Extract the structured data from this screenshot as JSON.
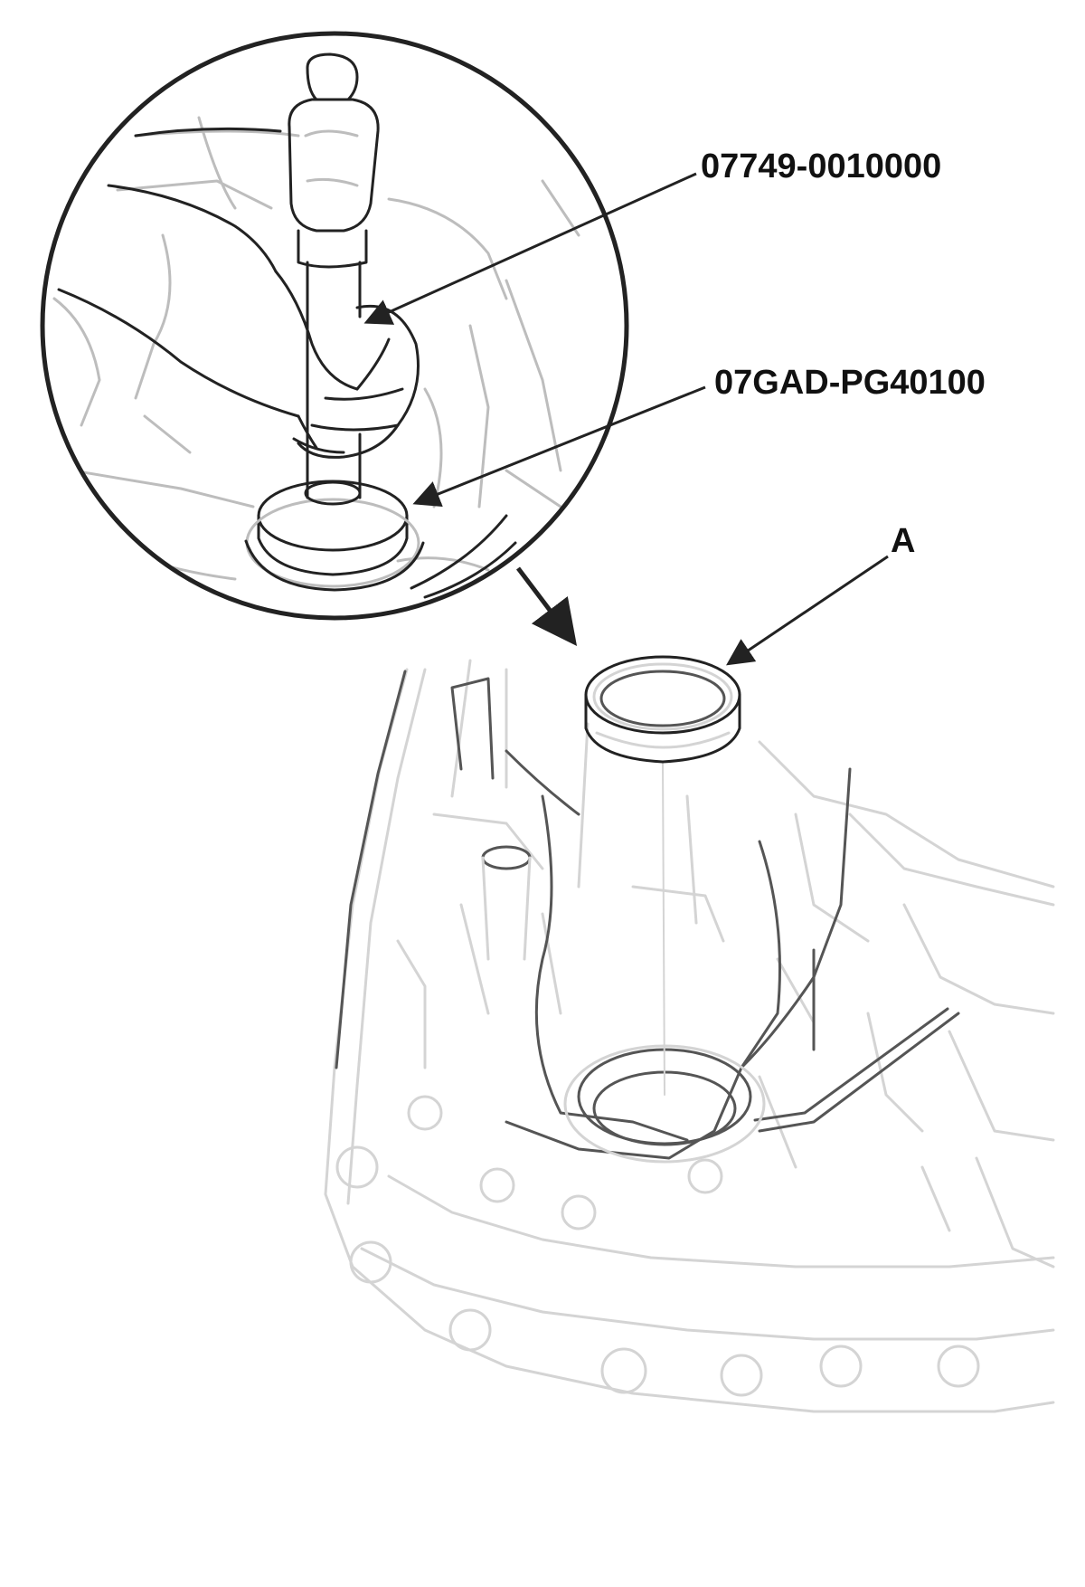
{
  "labels": {
    "tool_driver_handle": "07749-0010000",
    "tool_attachment": "07GAD-PG40100",
    "part_a": "A"
  },
  "colors": {
    "line_dark": "#222222",
    "line_light": "#bdbdbd",
    "background": "#ffffff"
  }
}
